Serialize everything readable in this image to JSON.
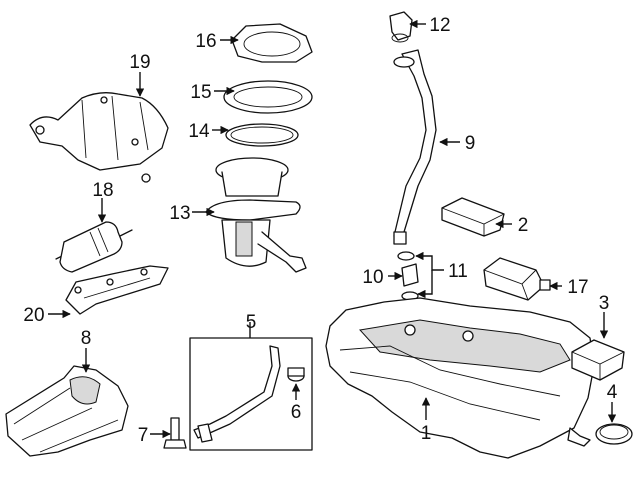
{
  "colors": {
    "line": "#111111",
    "fill": "#ffffff",
    "shade": "#d9d9d9"
  },
  "callouts": {
    "c1": "1",
    "c2": "2",
    "c3": "3",
    "c4": "4",
    "c5": "5",
    "c6": "6",
    "c7": "7",
    "c8": "8",
    "c9": "9",
    "c10": "10",
    "c11": "11",
    "c12": "12",
    "c13": "13",
    "c14": "14",
    "c15": "15",
    "c16": "16",
    "c17": "17",
    "c18": "18",
    "c19": "19",
    "c20": "20"
  }
}
